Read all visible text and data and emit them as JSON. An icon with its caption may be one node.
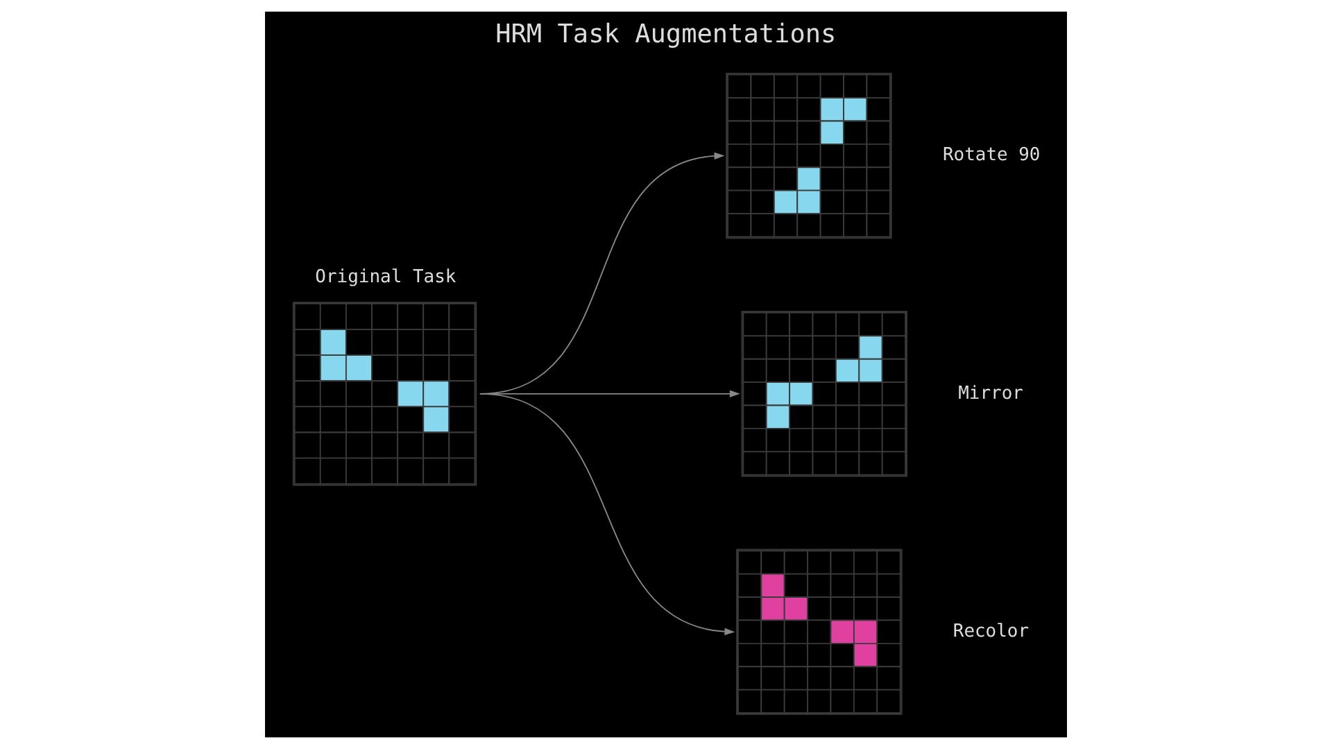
{
  "diagram": {
    "title": "HRM Task Augmentations",
    "nodes": [
      {
        "text": [
          "Original Task"
        ]
      },
      {
        "text": [
          "Rotate 90"
        ]
      },
      {
        "text": [
          "Mirror"
        ]
      },
      {
        "text": [
          "Recolor"
        ]
      }
    ],
    "edges": [
      {
        "from": 0,
        "to": 1,
        "arrow": "to"
      },
      {
        "from": 0,
        "to": 2,
        "arrow": "to"
      },
      {
        "from": 0,
        "to": 3,
        "arrow": "to"
      }
    ]
  }
}
